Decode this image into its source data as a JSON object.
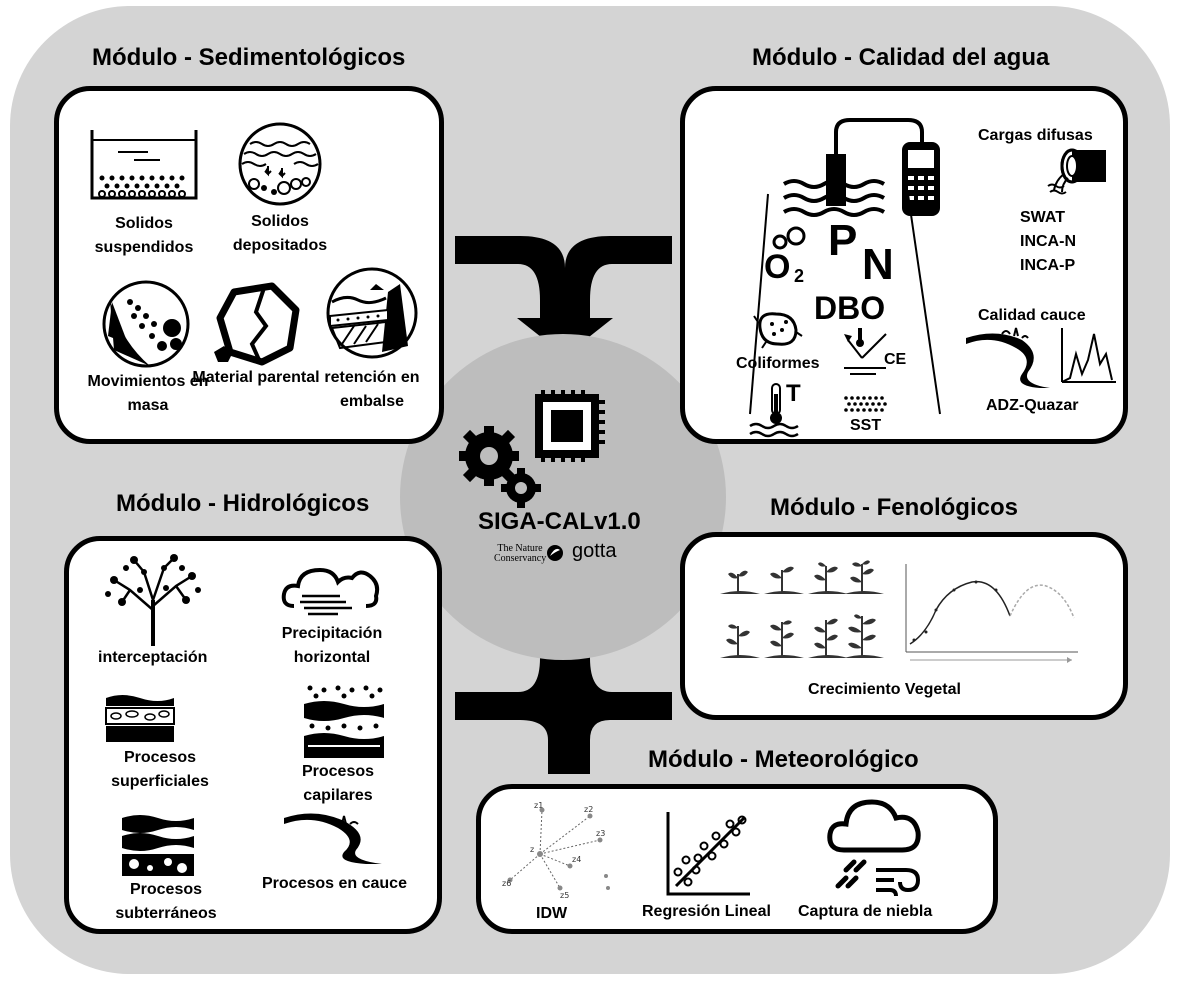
{
  "center": {
    "title": "SIGA-CALv1.0",
    "logo_tnc": "The Nature Conservancy",
    "logo_gotta": "gotta"
  },
  "sedimentologicos": {
    "title": "Módulo - Sedimentológicos",
    "items": [
      "Solidos suspendidos",
      "Solidos depositados",
      "Movimientos en masa",
      "Material parental",
      "retención en embalse"
    ]
  },
  "calidad": {
    "title": "Módulo - Calidad del agua",
    "cargas_difusas": "Cargas difusas",
    "models": [
      "SWAT",
      "INCA-N",
      "INCA-P"
    ],
    "calidad_cauce": "Calidad cauce",
    "adz": "ADZ-Quazar",
    "P": "P",
    "N": "N",
    "O2": "O",
    "O2sub": "2",
    "DBO": "DBO",
    "coliformes": "Coliformes",
    "CE": "CE",
    "T": "T",
    "SST": "SST"
  },
  "hidrologicos": {
    "title": "Módulo - Hidrológicos",
    "items": [
      "interceptación",
      "Precipitación horizontal",
      "Procesos superficiales",
      "Procesos capilares",
      "Procesos subterráneos",
      "Procesos en cauce"
    ]
  },
  "fenologicos": {
    "title": "Módulo - Fenológicos",
    "caption": "Crecimiento Vegetal"
  },
  "meteorologico": {
    "title": "Módulo - Meteorológico",
    "items": [
      "IDW",
      "Regresión Lineal",
      "Captura de niebla"
    ]
  }
}
